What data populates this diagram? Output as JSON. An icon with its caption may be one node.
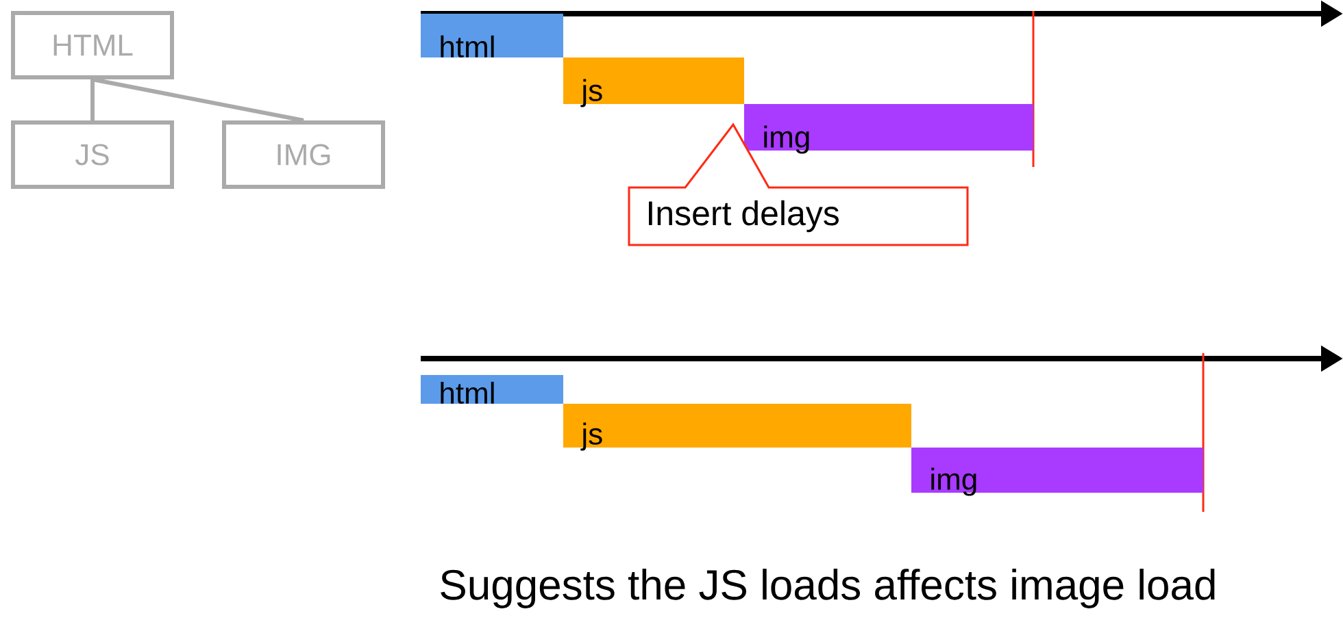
{
  "diagram": {
    "caption": "Suggests the JS loads affects image load",
    "nodes": [
      {
        "text": [
          "HTML"
        ]
      },
      {
        "text": [
          "JS"
        ]
      },
      {
        "text": [
          "IMG"
        ]
      },
      {
        "text": [
          "html"
        ]
      },
      {
        "text": [
          "js"
        ]
      },
      {
        "text": [
          "img"
        ]
      },
      {
        "text": [
          "Insert delays"
        ]
      },
      {
        "text": [
          "html"
        ]
      },
      {
        "text": [
          "js"
        ]
      },
      {
        "text": [
          "img"
        ]
      }
    ],
    "edges": [
      {
        "from": 0,
        "to": 1,
        "arrow": "none"
      },
      {
        "from": 0,
        "to": 2,
        "arrow": "none"
      }
    ]
  }
}
